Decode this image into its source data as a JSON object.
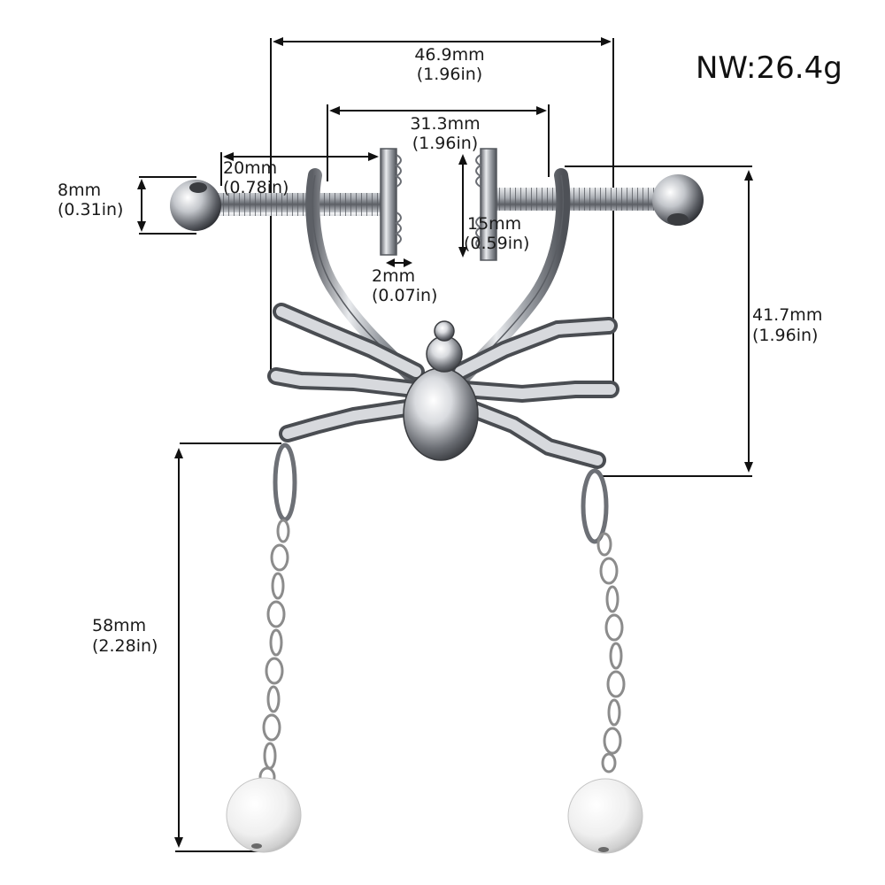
{
  "weight": {
    "label": "NW:26.4g"
  },
  "dimensions": {
    "total_width": {
      "mm": "46.9mm",
      "in": "(1.96in)"
    },
    "inner_width": {
      "mm": "31.3mm",
      "in": "(1.96in)"
    },
    "bar_length": {
      "mm": "20mm",
      "in": "(0.78in)"
    },
    "ball_size": {
      "mm": "8mm",
      "in": "(0.31in)"
    },
    "clamp_height": {
      "mm": "15mm",
      "in": "(0.59in)"
    },
    "clamp_gap": {
      "mm": "2mm",
      "in": "(0.07in)"
    },
    "body_height": {
      "mm": "41.7mm",
      "in": "(1.96in)"
    },
    "chain_length": {
      "mm": "58mm",
      "in": "(2.28in)"
    }
  },
  "product": {
    "icon": "spider-nipple-clamp-jewelry"
  },
  "colors": {
    "metal": "#b9bcc2",
    "metal_dark": "#55585e",
    "pearl": "#f2f2f2",
    "text": "#1a1a1a"
  }
}
